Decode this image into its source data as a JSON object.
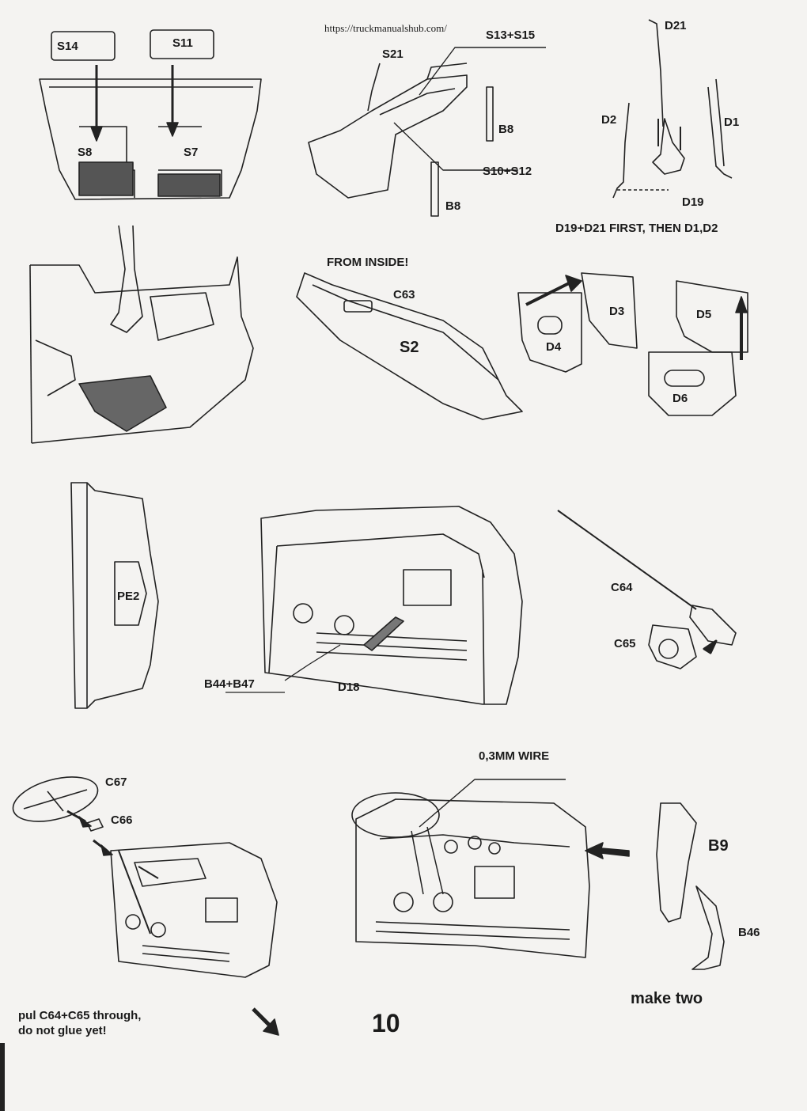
{
  "header": {
    "url": "https://truckmanualshub.com/"
  },
  "labels": {
    "s14": "S14",
    "s11": "S11",
    "s8": "S8",
    "s7": "S7",
    "s21": "S21",
    "s13s15": "S13+S15",
    "b8a": "B8",
    "s10s12": "S10+S12",
    "b8b": "B8",
    "d21": "D21",
    "d2": "D2",
    "d1": "D1",
    "d19": "D19",
    "from_inside": "FROM INSIDE!",
    "c63": "C63",
    "s2": "S2",
    "d3": "D3",
    "d4": "D4",
    "d5": "D5",
    "d6": "D6",
    "pe2": "PE2",
    "b44b47": "B44+B47",
    "d18": "D18",
    "c64": "C64",
    "c65": "C65",
    "c67": "C67",
    "c66": "C66",
    "wire": "0,3MM WIRE",
    "b9": "B9",
    "b46": "B46"
  },
  "notes": {
    "d19_first": "D19+D21 FIRST, THEN D1,D2",
    "make_two": "make two",
    "pull_line1": "pul C64+C65 through,",
    "pull_line2": "do not glue yet!"
  },
  "page_number": "10"
}
